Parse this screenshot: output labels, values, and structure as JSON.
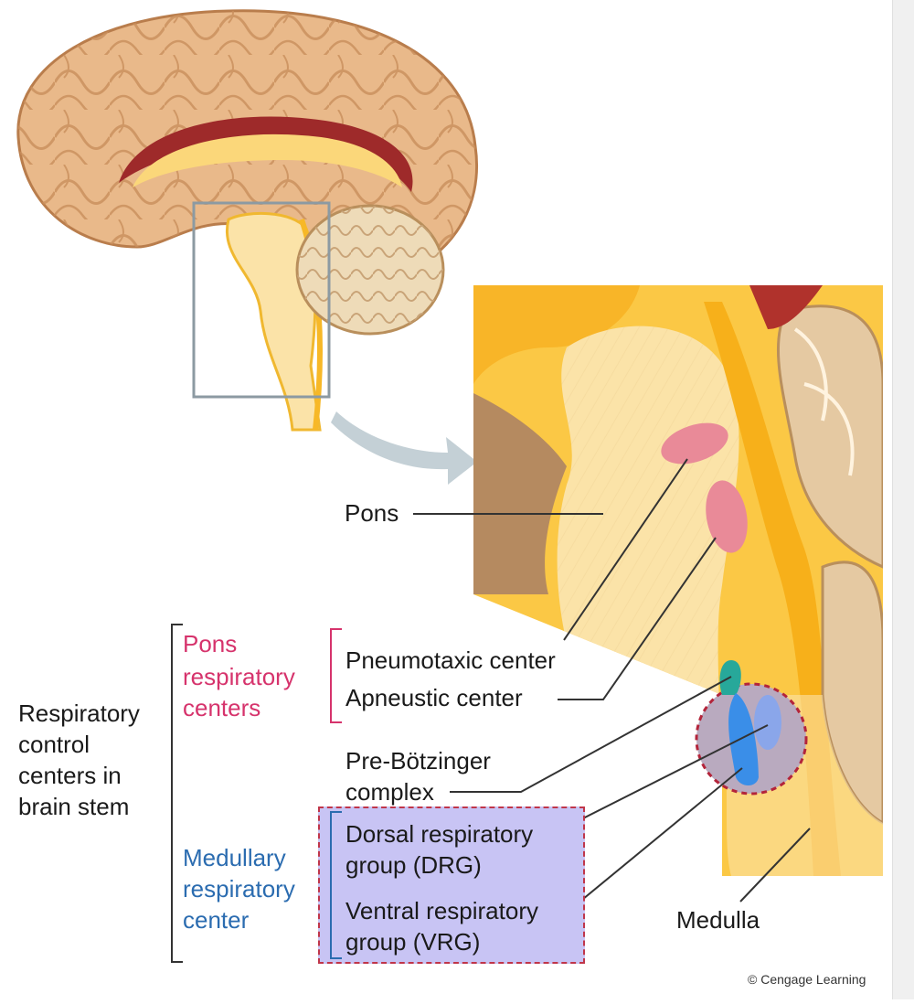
{
  "labels": {
    "pons": "Pons",
    "pons_centers": [
      "Pons",
      "respiratory",
      "centers"
    ],
    "pneumotaxic": "Pneumotaxic center",
    "apneustic": "Apneustic center",
    "control_centers": [
      "Respiratory",
      "control",
      "centers in",
      "brain stem"
    ],
    "pre_botzinger": [
      "Pre-Bötzinger",
      "complex"
    ],
    "drg": [
      "Dorsal respiratory",
      "group (DRG)"
    ],
    "vrg": [
      "Ventral respiratory",
      "group (VRG)"
    ],
    "medullary_center": [
      "Medullary",
      "respiratory",
      "center"
    ],
    "medulla": "Medulla",
    "credit": "© Cengage Learning"
  },
  "colors": {
    "cortex": "#e9b98a",
    "cortex_dark": "#c98f5c",
    "brainstem": "#fbe3a8",
    "yellow": "#f7b827",
    "pons_centers": "#e98a98",
    "prebotzinger": "#27a89a",
    "medullary_blue": "#3a8ee8",
    "pons_text": "#d6336c",
    "medullary_text": "#2b6cb0",
    "drg_box_bg": "#c8c4f4",
    "drg_box_border": "#c0364a"
  }
}
